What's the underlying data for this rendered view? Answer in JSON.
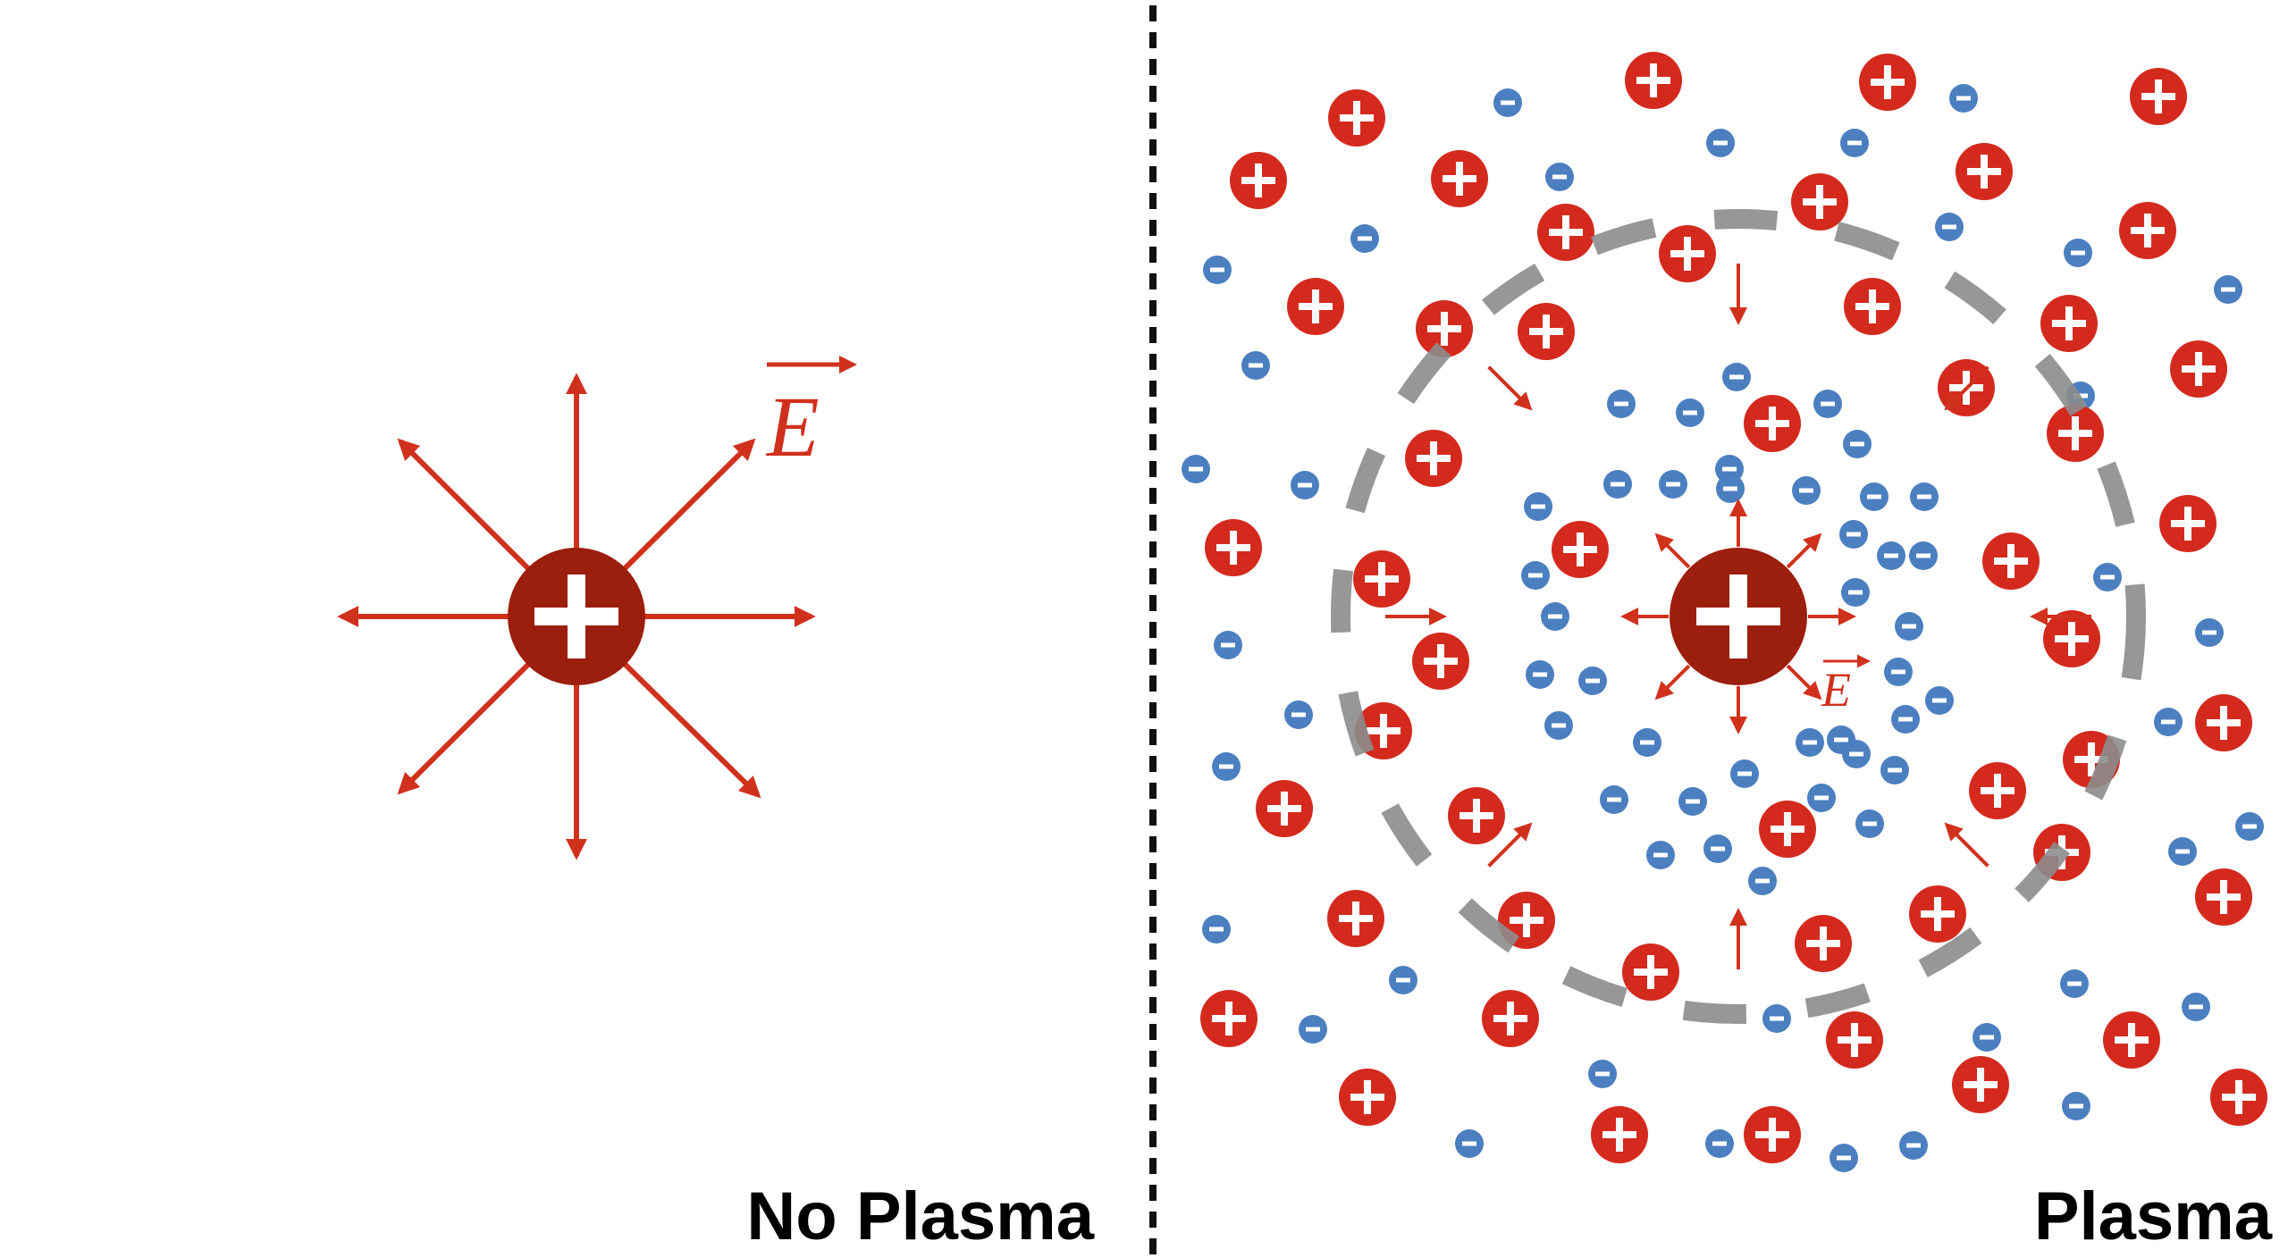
{
  "labels": {
    "left_caption": "No Plasma",
    "right_caption": "Plasma",
    "field_symbol": "E",
    "positive_sign": "+",
    "negative_sign": "−"
  },
  "colors": {
    "field": "#d0311d",
    "central_charge": "#9c1e0d",
    "positive_ion": "#d42a1e",
    "electron": "#4b7fc0",
    "debye_sphere": "#8c8c8c",
    "divider": "#111111"
  },
  "icons": {
    "central_charge": "plus-charge-icon",
    "positive_ion": "plus-ion-icon",
    "electron": "minus-electron-icon"
  }
}
